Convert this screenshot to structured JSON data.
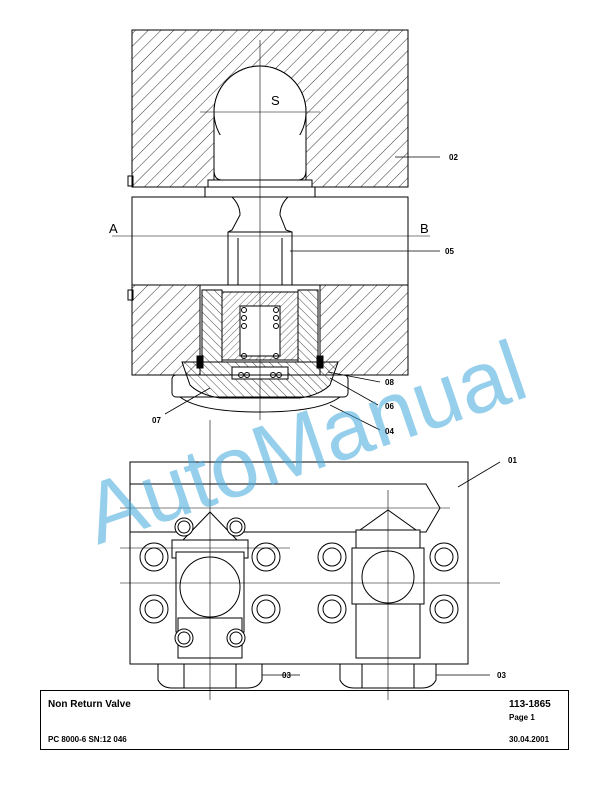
{
  "labels": {
    "port_s": "S",
    "port_a": "A",
    "port_b": "B"
  },
  "callouts": {
    "c02": "02",
    "c05": "05",
    "c08": "08",
    "c06": "06",
    "c07": "07",
    "c04": "04",
    "c01": "01",
    "c03_left": "03",
    "c03_right": "03"
  },
  "watermark": "AutoManual",
  "title_block": {
    "title": "Non Return Valve",
    "part_number": "113-1865",
    "page": "Page 1",
    "machine": "PC 8000-6 SN:12 046",
    "date": "30.04.2001"
  },
  "colors": {
    "line": "#000000",
    "watermark": "#3fa9dc"
  }
}
